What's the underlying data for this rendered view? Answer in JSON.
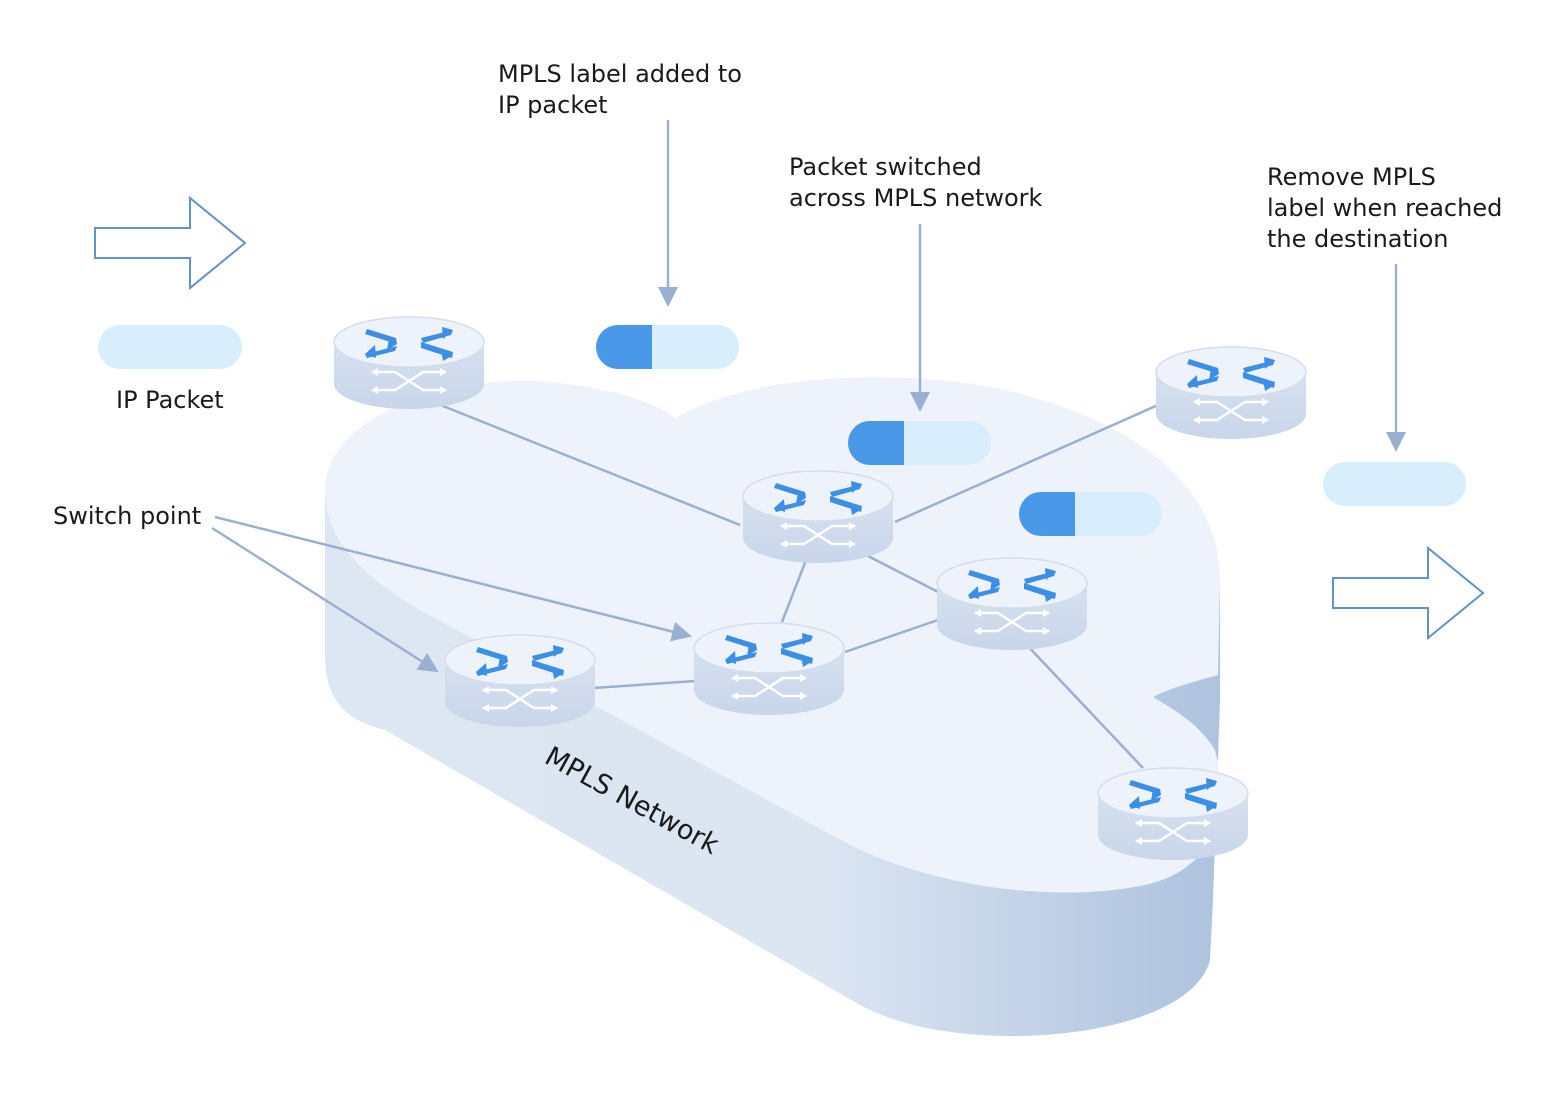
{
  "annotations": {
    "ip_packet": "IP Packet",
    "label_added": [
      "MPLS label added to",
      "IP packet"
    ],
    "packet_switched": [
      "Packet switched",
      "across MPLS network"
    ],
    "remove_label": [
      "Remove MPLS",
      "label when reached",
      "the destination"
    ],
    "switch_point": "Switch point"
  },
  "network_label": "MPLS Network",
  "icons": {
    "router": "router-icon",
    "arrow": "hollow-arrow-icon",
    "packet": "packet-icon"
  },
  "colors": {
    "label_blue": "#4a98e8",
    "packet_light": "#d8eefc",
    "router_arrow_blue": "#3b8fe6",
    "cloud_top": "#eef3fb",
    "cloud_side": "#dbe5f2",
    "link_line": "#9aafd1",
    "outline_arrow": "#5f93c9"
  }
}
